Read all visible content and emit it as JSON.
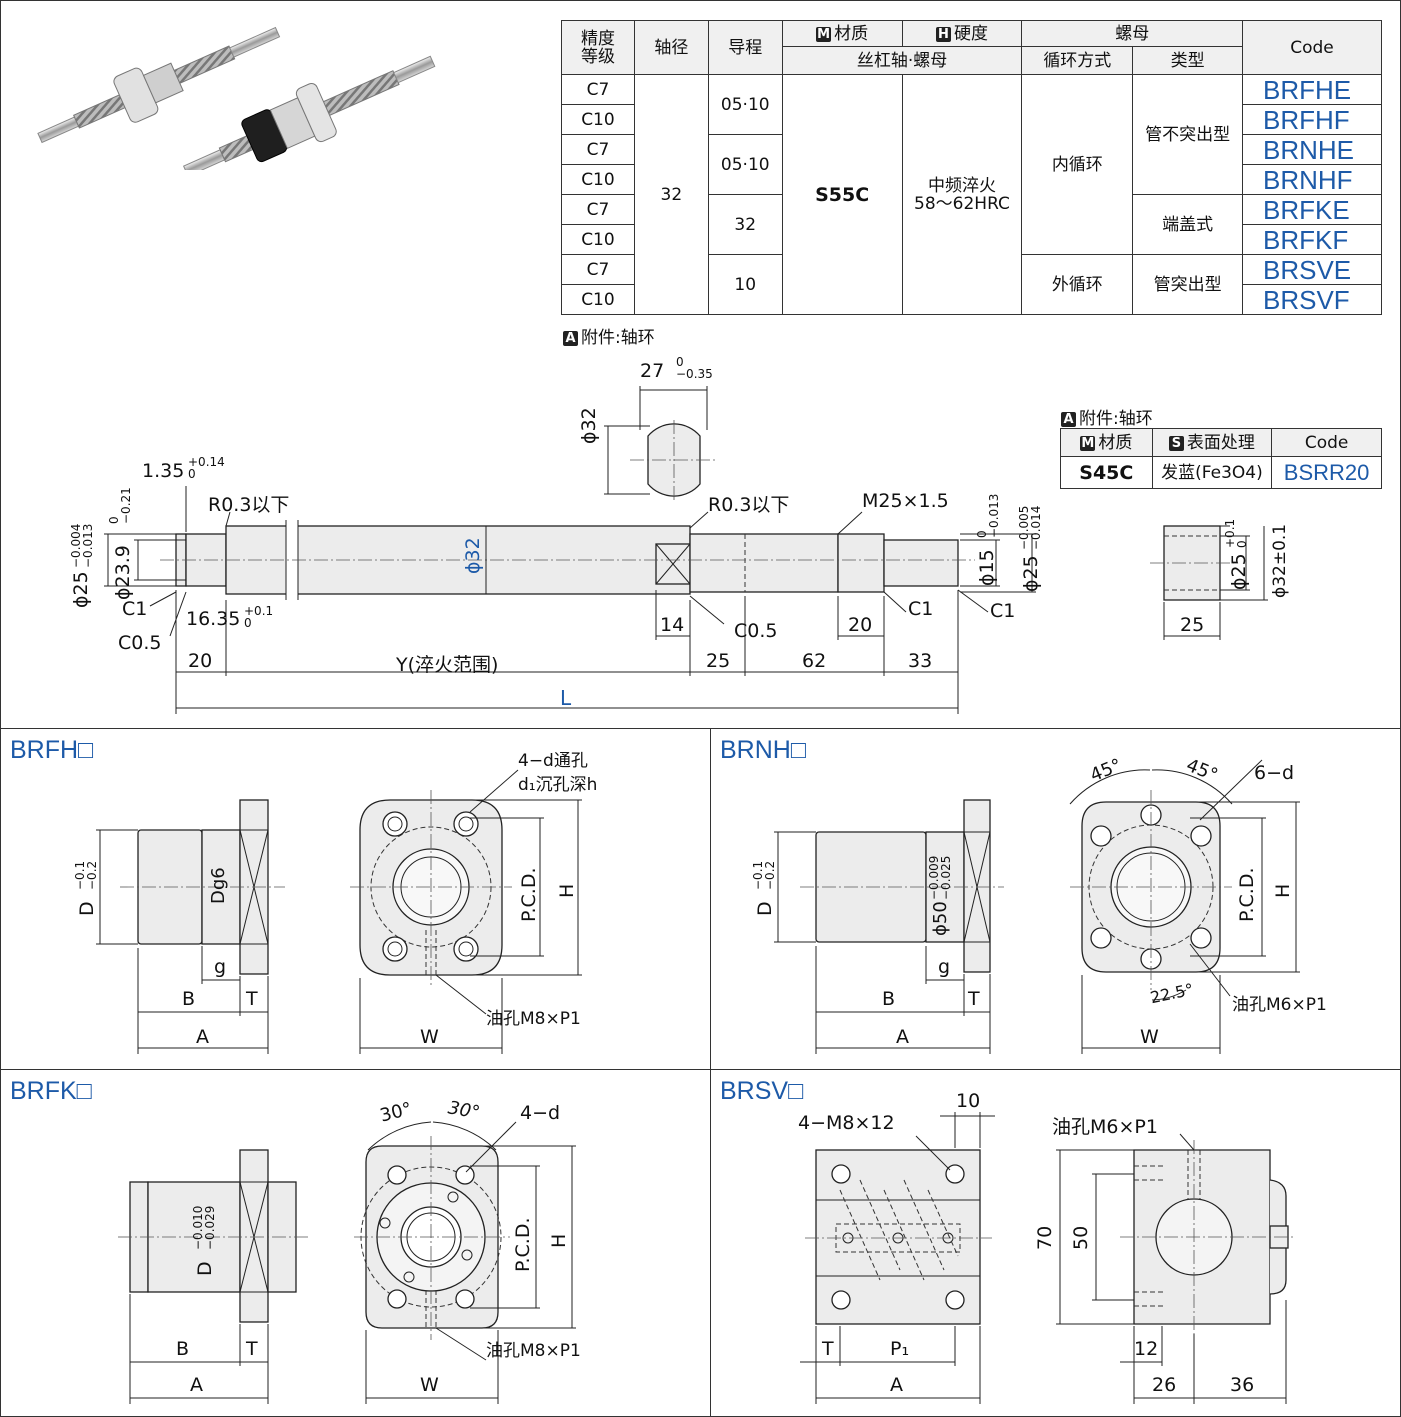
{
  "spec_table": {
    "header": {
      "precision": "精度\n等级",
      "shaft_dia": "轴径",
      "lead": "导程",
      "material": "材质",
      "hardness": "硬度",
      "nut": "螺母",
      "code": "Code",
      "shaft_nut": "丝杠轴·螺母",
      "circulation": "循环方式",
      "type": "类型",
      "badge_m": "M",
      "badge_h": "H"
    },
    "grades": [
      "C7",
      "C10",
      "C7",
      "C10",
      "C7",
      "C10",
      "C7",
      "C10"
    ],
    "shaft_dia": "32",
    "leads": [
      "05·10",
      "05·10",
      "32",
      "10"
    ],
    "material": "S55C",
    "hardness": "中频淬火\n58～62HRC",
    "circulation": [
      "内循环",
      "外循环"
    ],
    "types": [
      "管不突出型",
      "端盖式",
      "管突出型"
    ],
    "codes": [
      "BRFHE",
      "BRFHF",
      "BRNHE",
      "BRNHF",
      "BRFKE",
      "BRFKF",
      "BRSVE",
      "BRSVF"
    ]
  },
  "accessory_note": {
    "badge": "A",
    "text": "附件:轴环"
  },
  "collar_table": {
    "title_badge": "A",
    "title": "附件:轴环",
    "h_material": "材质",
    "h_surface": "表面处理",
    "h_code": "Code",
    "badge_m": "M",
    "badge_s": "S",
    "material": "S45C",
    "surface": "发蓝(Fe3O4)",
    "code": "BSRR20"
  },
  "shaft_drawing": {
    "d27": "27",
    "d27_tol_up": "0",
    "d27_tol_lo": "−0.35",
    "d32_top": "ϕ32",
    "d135": "1.35",
    "d135_tol_up": "+0.14",
    "d135_tol_lo": "0",
    "r03_left": "R0.3以下",
    "r03_right": "R0.3以下",
    "m25": "M25×1.5",
    "d25_left": "ϕ25",
    "d25_left_tol_up": "−0.004",
    "d25_left_tol_lo": "−0.013",
    "d239": "ϕ23.9",
    "d239_tol_up": "0",
    "d239_tol_lo": "−0.21",
    "d32_mid": "ϕ32",
    "d15": "ϕ15",
    "d15_tol_up": "0",
    "d15_tol_lo": "−0.013",
    "d25_right": "ϕ25",
    "d25_right_tol_up": "−0.005",
    "d25_right_tol_lo": "−0.014",
    "c1_a": "C1",
    "c1_b": "C1",
    "c1_c": "C1",
    "d1635": "16.35",
    "d1635_tol_up": "+0.1",
    "d1635_tol_lo": "0",
    "c05_a": "C0.5",
    "c05_b": "C0.5",
    "d14": "14",
    "d20_mid": "20",
    "dims": [
      "20",
      "Y(淬火范围)",
      "25",
      "62",
      "33"
    ],
    "L": "L"
  },
  "collar_drawing": {
    "d25": "ϕ25",
    "d25_tol_up": "+0.1",
    "d25_tol_lo": "0",
    "d32": "ϕ32±0.1",
    "w25": "25"
  },
  "brfh": {
    "title": "BRFH□",
    "D": "D",
    "D_tol_up": "−0.1",
    "D_tol_lo": "−0.2",
    "Dg6": "Dg6",
    "g": "g",
    "B": "B",
    "T": "T",
    "A": "A",
    "holes": "4−d通孔",
    "counter": "d₁沉孔深h",
    "pcd": "P.C.D.",
    "H": "H",
    "W": "W",
    "oil": "油孔M8×P1"
  },
  "brnh": {
    "title": "BRNH□",
    "D": "D",
    "D_tol_up": "−0.1",
    "D_tol_lo": "−0.2",
    "d50": "ϕ50",
    "d50_tol_up": "−0.009",
    "d50_tol_lo": "−0.025",
    "g": "g",
    "B": "B",
    "T": "T",
    "A": "A",
    "ang1": "45°",
    "ang2": "45°",
    "holes": "6−d",
    "pcd": "P.C.D.",
    "H": "H",
    "ang3": "22.5°",
    "W": "W",
    "oil": "油孔M6×P1"
  },
  "brfk": {
    "title": "BRFK□",
    "D": "D",
    "D_tol_up": "−0.010",
    "D_tol_lo": "−0.029",
    "B": "B",
    "T": "T",
    "A": "A",
    "ang1": "30°",
    "ang2": "30°",
    "holes": "4−d",
    "pcd": "P.C.D.",
    "H": "H",
    "W": "W",
    "oil": "油孔M8×P1"
  },
  "brsv": {
    "title": "BRSV□",
    "d10": "10",
    "holes": "4−M8×12",
    "T": "T",
    "P1": "P₁",
    "A": "A",
    "oil": "油孔M6×P1",
    "d70": "70",
    "d50": "50",
    "d12": "12",
    "d26": "26",
    "d36": "36"
  }
}
